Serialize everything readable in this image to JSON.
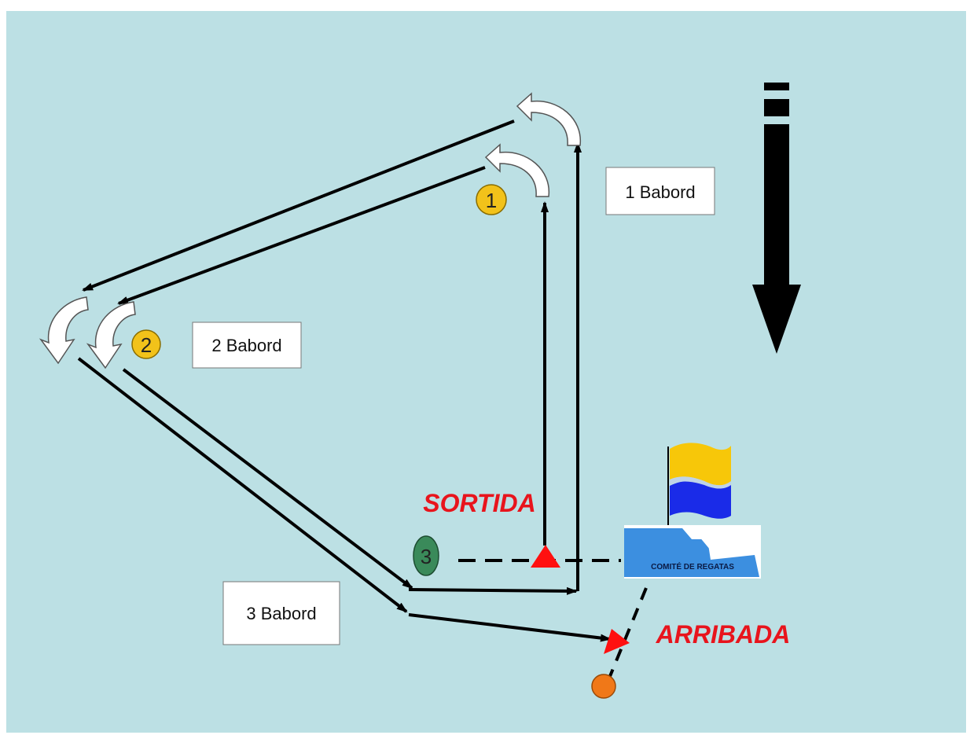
{
  "colors": {
    "sea": "#BCE0E4",
    "course_line": "#000000",
    "turn_arrow_fill": "#FFFFFF",
    "mark_yellow": "#F2C21A",
    "mark_green": "#3A8A5A",
    "mark_orange": "#F07818",
    "start_finish_red": "#FF1010",
    "title_red": "#E8141C",
    "flag_yellow": "#F7C709",
    "flag_blue": "#1A2BE8",
    "committee_blue": "#3C8FE0"
  },
  "marks": {
    "mark1": "1",
    "mark2": "2",
    "mark3": "3"
  },
  "boxes": {
    "box1": "1 Babord",
    "box2": "2 Babord",
    "box3": "3 Babord"
  },
  "titles": {
    "start": "SORTIDA",
    "finish": "ARRIBADA"
  },
  "committee": {
    "label": "COMITÉ DE REGATAS"
  },
  "icons": {
    "wind": "wind-direction-arrow-icon",
    "turn": "curved-turn-arrow-icon",
    "flag": "committee-flag-icon",
    "start_mark": "red-triangle-mark-icon",
    "finish_mark": "red-triangle-mark-icon"
  }
}
